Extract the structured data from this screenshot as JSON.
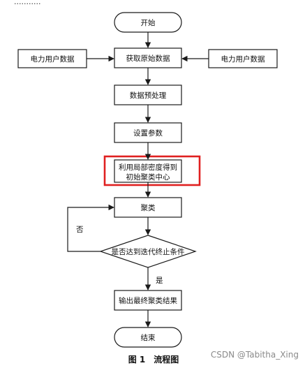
{
  "top_text": "...........",
  "nodes": {
    "start": "开始",
    "acquire": "获取原始数据",
    "source_left": "电力用户数据",
    "source_right": "电力用户数据",
    "preprocess": "数据预处理",
    "params": "设置参数",
    "init_line1": "利用局部密度得到",
    "init_line2": "初始聚类中心",
    "cluster": "聚类",
    "condition": "是否达到迭代终止条件",
    "output": "输出最终聚类结果",
    "end": "结束"
  },
  "edges": {
    "yes": "是",
    "no": "否"
  },
  "caption": "图 1　流程图",
  "watermark": "CSDN @Tabitha_Xing",
  "colors": {
    "line": "#1a1a1a",
    "highlight": "#e02020",
    "text": "#111111"
  }
}
